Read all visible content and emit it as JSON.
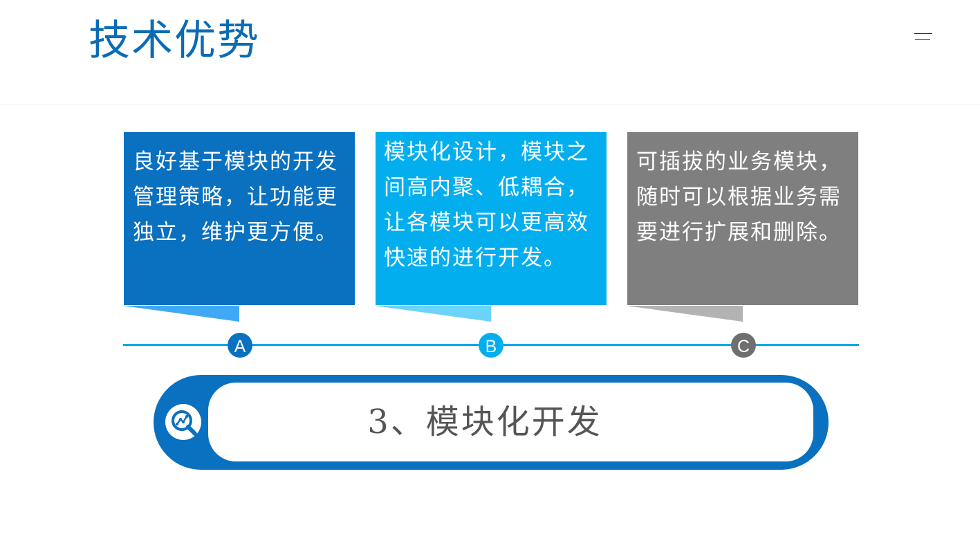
{
  "page": {
    "title": "技术优势"
  },
  "icons": {
    "menu": "menu-icon",
    "banner": "search-chart-icon"
  },
  "cards": [
    {
      "id": "a",
      "text": "良好基于模块的开发管理策略，让功能更独立，维护更方便。",
      "color": "#0A70C0",
      "tab_color": "#3FA9F5"
    },
    {
      "id": "b",
      "text": "模块化设计，模块之间高内聚、低耦合，让各模块可以更高效快速的进行开发。",
      "color": "#03AEEF",
      "tab_color": "#6CD3FA"
    },
    {
      "id": "c",
      "text": "可插拔的业务模块，随时可以根据业务需要进行扩展和删除。",
      "color": "#7F7F7F",
      "tab_color": "#B3B3B3"
    }
  ],
  "markers": [
    "A",
    "B",
    "C"
  ],
  "banner": {
    "title": "3、模块化开发",
    "color": "#0A70C0"
  }
}
